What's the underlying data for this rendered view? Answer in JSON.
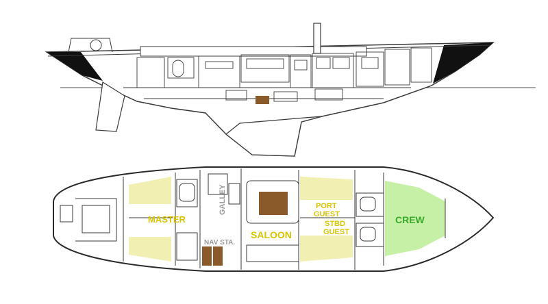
{
  "plan": {
    "labels": {
      "master": "MASTER",
      "galley": "GALLEY",
      "nav": "NAV STA.",
      "saloon": "SALOON",
      "port_guest_1": "PORT",
      "port_guest_2": "GUEST",
      "stbd_guest_1": "STBD",
      "stbd_guest_2": "GUEST",
      "crew": "CREW"
    },
    "colors": {
      "yellow_zone": "#f1efb2",
      "crew_zone": "#c6f0a6",
      "wood": "#8b5a2b",
      "label_yellow": "#d8c400",
      "label_green": "#3aa82c",
      "line": "#3a3a3a",
      "hull_black": "#111111"
    }
  }
}
